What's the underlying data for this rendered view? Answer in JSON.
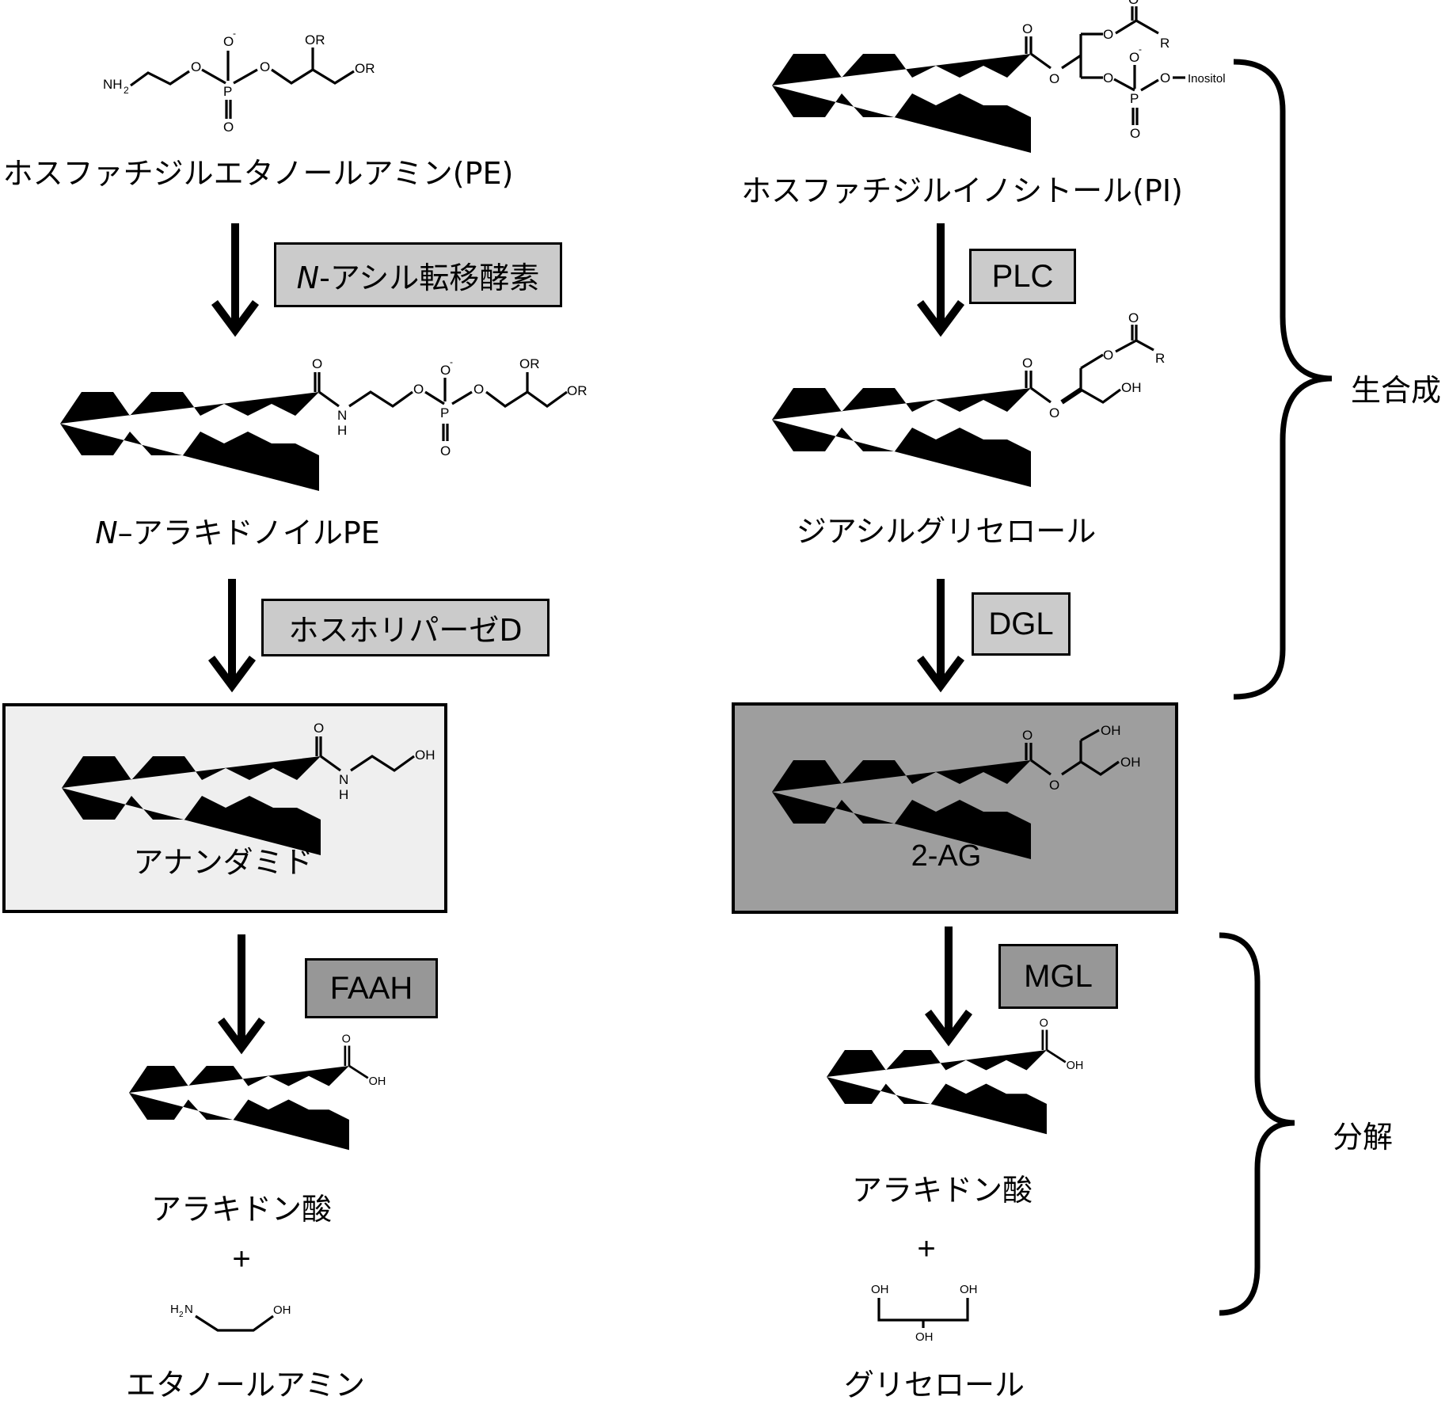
{
  "diagram_title": "Endocannabinoid biosynthesis and degradation pathways",
  "left_pathway": {
    "start_compound": {
      "name": "ホスファチジルエタノールアミン(PE)",
      "structure_labels": [
        "NH2",
        "O",
        "P",
        "O-",
        "O",
        "O",
        "OR",
        "OR"
      ]
    },
    "step1_enzyme": {
      "prefix_italic": "N",
      "label": "-アシル転移酵素",
      "shade": "light"
    },
    "intermediate": {
      "name_italic": "N",
      "name": "–アラキドノイルPE",
      "structure_labels": [
        "O",
        "N",
        "H",
        "O",
        "P",
        "O-",
        "O",
        "O",
        "OR",
        "OR"
      ]
    },
    "step2_enzyme": {
      "label": "ホスホリパーゼD",
      "shade": "light"
    },
    "product": {
      "name": "アナンダミド",
      "structure_labels": [
        "O",
        "N",
        "H",
        "OH"
      ],
      "box_fill": "#efefef"
    },
    "degradation_enzyme": {
      "label": "FAAH",
      "shade": "dark"
    },
    "degradation_products": [
      {
        "name": "アラキドン酸",
        "structure_labels": [
          "O",
          "OH"
        ]
      },
      {
        "name": "エタノールアミン",
        "structure_labels": [
          "H2N",
          "OH"
        ]
      }
    ],
    "plus_sign": "+"
  },
  "right_pathway": {
    "start_compound": {
      "name": "ホスファチジルイノシトール(PI)",
      "structure_labels": [
        "O",
        "O",
        "O",
        "R",
        "O",
        "O-",
        "P",
        "O",
        "O",
        "Inositol"
      ]
    },
    "step1_enzyme": {
      "label": "PLC",
      "shade": "light"
    },
    "intermediate": {
      "name": "ジアシルグリセロール",
      "structure_labels": [
        "O",
        "O",
        "O",
        "O",
        "R",
        "OH"
      ]
    },
    "step2_enzyme": {
      "label": "DGL",
      "shade": "light"
    },
    "product": {
      "name": "2-AG",
      "structure_labels": [
        "O",
        "O",
        "OH",
        "OH"
      ],
      "box_fill": "#9e9e9e"
    },
    "degradation_enzyme": {
      "label": "MGL",
      "shade": "dark"
    },
    "degradation_products": [
      {
        "name": "アラキドン酸",
        "structure_labels": [
          "O",
          "OH"
        ]
      },
      {
        "name": "グリセロール",
        "structure_labels": [
          "OH",
          "OH",
          "OH"
        ]
      }
    ],
    "plus_sign": "+"
  },
  "brackets": [
    {
      "label": "生合成",
      "meaning": "biosynthesis"
    },
    {
      "label": "分解",
      "meaning": "degradation"
    }
  ],
  "colors": {
    "light_enzyme_fill": "#cbcbcb",
    "dark_enzyme_fill": "#979797",
    "anandamide_box_fill": "#efefef",
    "twoag_box_fill": "#9e9e9e",
    "line": "#000000"
  }
}
